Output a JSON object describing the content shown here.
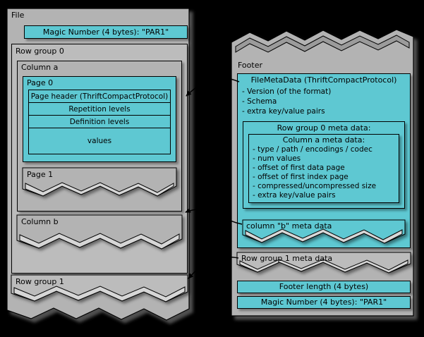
{
  "colors": {
    "teal": "#5ec8d2",
    "gray": "#b3b3b3",
    "light_gray": "#d6d6d6",
    "background": "#000000"
  },
  "file_panel": {
    "title": "File",
    "magic_top": "Magic Number (4 bytes): \"PAR1\"",
    "row_group_0": {
      "title": "Row group 0",
      "column_a": {
        "title": "Column a",
        "page_0": {
          "title": "Page 0",
          "rows": [
            "Page header (ThriftCompactProtocol)",
            "Repetition levels",
            "Definition levels",
            "values"
          ]
        },
        "page_1": {
          "title": "Page 1"
        }
      },
      "column_b": {
        "title": "Column b"
      }
    },
    "row_group_1": {
      "title": "Row group 1"
    }
  },
  "footer_panel": {
    "title": "Footer",
    "file_metadata": {
      "title": "FileMetaData (ThriftCompactProtocol)",
      "items": [
        "- Version (of the format)",
        "- Schema",
        "- extra key/value pairs"
      ],
      "row_group_0_meta": {
        "title": "Row group 0 meta data:",
        "column_a_meta": {
          "title": "Column a meta data:",
          "items": [
            "- type / path / encodings /  codec",
            "- num values",
            "- offset of first data page",
            "- offset of first index page",
            "- compressed/uncompressed size",
            "- extra key/value pairs"
          ]
        }
      },
      "column_b_meta": {
        "title": "column \"b\" meta data"
      }
    },
    "row_group_1_meta": {
      "title": "Row group 1 meta data"
    },
    "footer_length": "Footer length (4 bytes)",
    "magic_bottom": "Magic Number (4 bytes): \"PAR1\""
  }
}
